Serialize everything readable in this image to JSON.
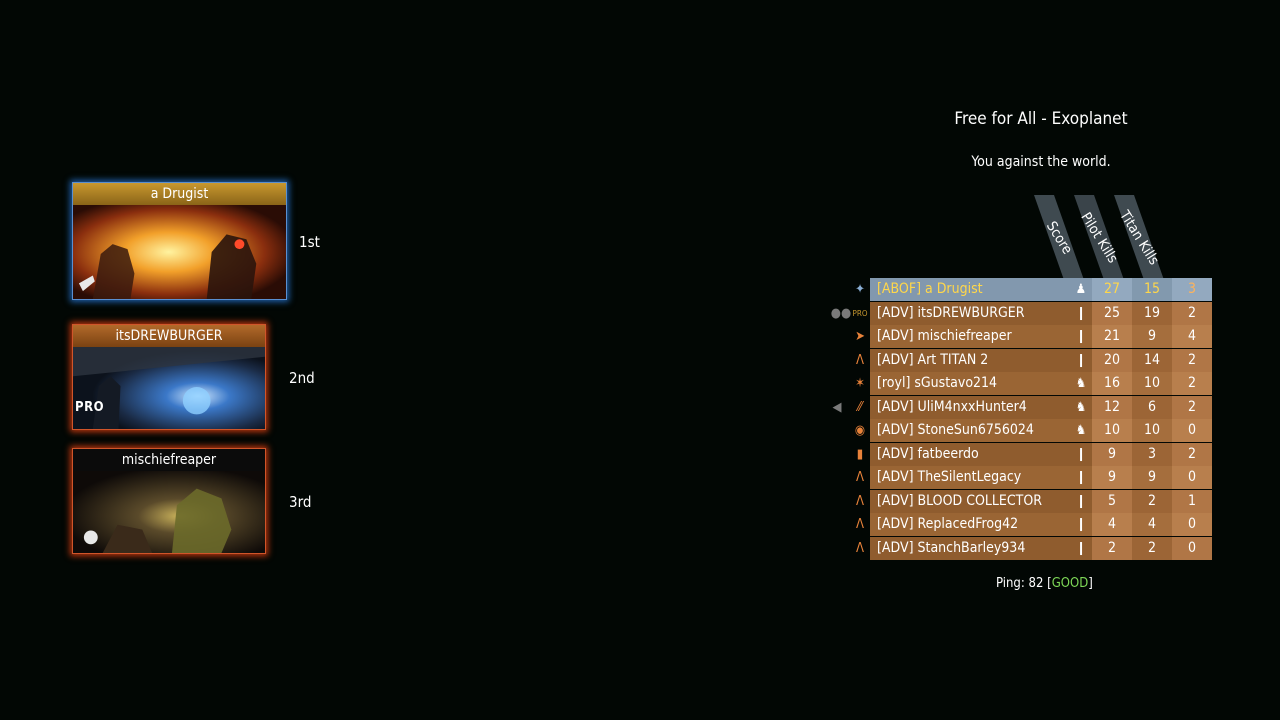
{
  "podium": [
    {
      "name": "a Drugist",
      "place": "1st"
    },
    {
      "name": "itsDREWBURGER",
      "place": "2nd",
      "tag": "PRO"
    },
    {
      "name": "mischiefreaper",
      "place": "3rd"
    }
  ],
  "match": {
    "title": "Free for All - Exoplanet",
    "subtitle": "You against the world."
  },
  "columns": [
    "Score",
    "Pilot Kills",
    "Titan Kills"
  ],
  "players": [
    {
      "name": "[ABOF] a Drugist",
      "score": "27",
      "pilot_kills": "15",
      "titan_kills": "3",
      "icon": "dagger-icon",
      "current": true
    },
    {
      "name": "[ADV] itsDREWBURGER",
      "score": "25",
      "pilot_kills": "19",
      "titan_kills": "2",
      "icon": "pro-party-icon",
      "left_tag": "PRO"
    },
    {
      "name": "[ADV] mischiefreaper",
      "score": "21",
      "pilot_kills": "9",
      "titan_kills": "4",
      "icon": "bird-icon"
    },
    {
      "name": "[ADV] Art TITAN 2",
      "score": "20",
      "pilot_kills": "14",
      "titan_kills": "2",
      "icon": "chevron-icon"
    },
    {
      "name": "[royl] sGustavo214",
      "score": "16",
      "pilot_kills": "10",
      "titan_kills": "2",
      "icon": "runner-icon"
    },
    {
      "name": "[ADV] UliM4nxxHunter4",
      "score": "12",
      "pilot_kills": "6",
      "titan_kills": "2",
      "icon": "claw-icon",
      "voice": true
    },
    {
      "name": "[ADV] StoneSun6756024",
      "score": "10",
      "pilot_kills": "10",
      "titan_kills": "0",
      "icon": "helmet-icon"
    },
    {
      "name": "[ADV] fatbeerdo",
      "score": "9",
      "pilot_kills": "3",
      "titan_kills": "2",
      "icon": "boot-icon"
    },
    {
      "name": "[ADV] TheSilentLegacy",
      "score": "9",
      "pilot_kills": "9",
      "titan_kills": "0",
      "icon": "chevron-icon"
    },
    {
      "name": "[ADV] BLOOD COLLECTOR",
      "score": "5",
      "pilot_kills": "2",
      "titan_kills": "1",
      "icon": "chevron-icon"
    },
    {
      "name": "[ADV] ReplacedFrog42",
      "score": "4",
      "pilot_kills": "4",
      "titan_kills": "0",
      "icon": "chevron-icon"
    },
    {
      "name": "[ADV] StanchBarley934",
      "score": "2",
      "pilot_kills": "2",
      "titan_kills": "0",
      "icon": "chevron-icon"
    }
  ],
  "ping": {
    "label": "Ping:",
    "value": "82",
    "quality": "GOOD"
  },
  "colors": {
    "background": "#020704",
    "row": "#9a6534",
    "current_row": "#8298ae",
    "gold": "#c8982f",
    "good": "#7ed957"
  }
}
